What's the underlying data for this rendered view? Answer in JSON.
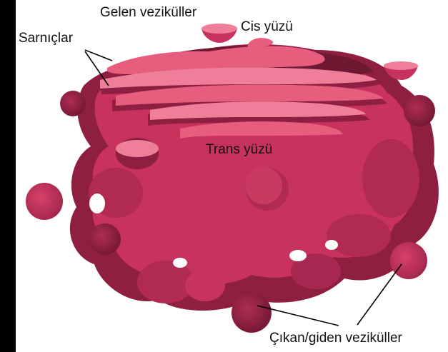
{
  "labels": {
    "incoming_vesicles": "Gelen veziküller",
    "cis_face": "Cis yüzü",
    "cisternae": "Sarnıçlar",
    "trans_face": "Trans yüzü",
    "outgoing_vesicles": "Çıkan/giden veziküller"
  },
  "colors": {
    "body": "#c8325e",
    "dark": "#8e1f40",
    "darker": "#6f1832",
    "light": "#e75d7e",
    "lighter": "#ef7f98",
    "line": "#000000"
  }
}
